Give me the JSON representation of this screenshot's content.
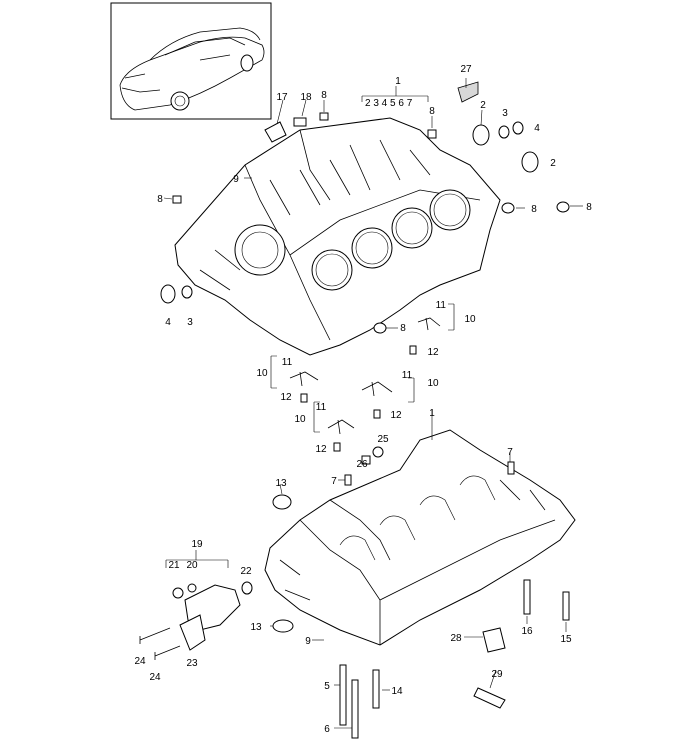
{
  "callouts": {
    "c1": "1",
    "c1_sub": "2 3   4 5 6 7",
    "c27": "27",
    "c17": "17",
    "c18": "18",
    "c8a": "8",
    "c8b": "8",
    "c2a": "2",
    "c3a": "3",
    "c4a": "4",
    "c2b": "2",
    "c9a": "9",
    "c8c": "8",
    "c8d": "8",
    "c4b": "4",
    "c3b": "3",
    "c11a": "11",
    "c10a": "10",
    "c8e": "8",
    "c12a": "12",
    "c11b": "11",
    "c10b": "10",
    "c12b": "12",
    "c11c": "11",
    "c10c": "10",
    "c12c": "12",
    "c11d": "11",
    "c10d": "10",
    "c12d": "12",
    "c25": "25",
    "c26": "26",
    "c1b": "1",
    "c7a": "7",
    "c7b": "7",
    "c13a": "13",
    "c19": "19",
    "c21": "21",
    "c20": "20",
    "c22": "22",
    "c13b": "13",
    "c24a": "24",
    "c23": "23",
    "c24b": "24",
    "c9b": "9",
    "c5": "5",
    "c14": "14",
    "c6": "6",
    "c28": "28",
    "c16": "16",
    "c15": "15",
    "c29": "29"
  }
}
